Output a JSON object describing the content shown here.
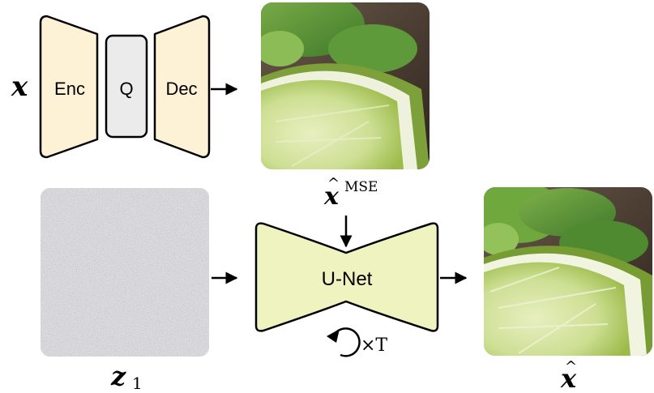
{
  "labels": {
    "input": "x",
    "encoder": "Enc",
    "quantizer": "Q",
    "decoder": "Dec",
    "unet": "U-Net",
    "mse_symbol": "x",
    "mse_superscript": "MSE",
    "noise": "z",
    "noise_subscript": "1",
    "output_symbol": "x",
    "repeat": "×T"
  },
  "colors": {
    "enc_dec_fill": "#fdf1d6",
    "quant_fill": "#ebebeb",
    "unet_fill": "#eef3bf",
    "stroke": "#000000"
  },
  "icons": {
    "loop": "counterclockwise-loop-arrow-icon"
  }
}
